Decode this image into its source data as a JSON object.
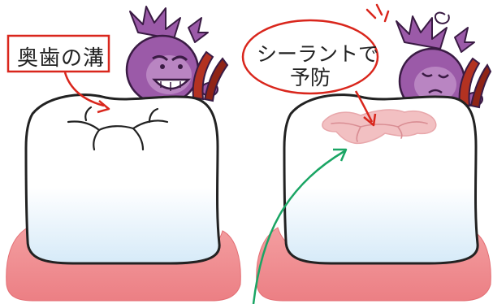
{
  "left_panel": {
    "label": "奥歯の溝"
  },
  "right_panel": {
    "label_line1": "シーラントで",
    "label_line2": "予防"
  },
  "colors": {
    "label_red": "#d9261c",
    "gum_pink": "#ef8b8e",
    "gum_dark": "#e57277",
    "tooth_white": "#ffffff",
    "tooth_shade": "#d8ecf8",
    "outline": "#222222",
    "devil_purple": "#9b5aa8",
    "devil_dark": "#5d2d6a",
    "sealant_pink": "#f2c0c2",
    "arrow_green": "#1aa564",
    "pliers_red": "#b33221"
  },
  "icons": [
    "devil-germ-grinning-icon",
    "devil-germ-worried-icon",
    "pliers-icon",
    "arrow-icon"
  ]
}
